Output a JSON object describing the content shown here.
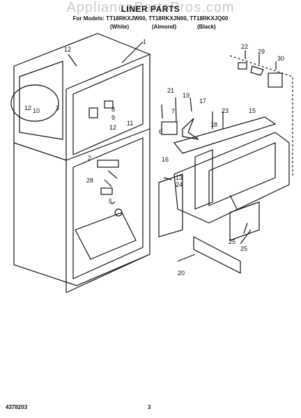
{
  "header": {
    "title": "LINER PARTS",
    "model_line": "For Models: TT18RKXJW00, TT18RKXJN00, TT18RKXJQ00",
    "colors": [
      "(White)",
      "(Almond)",
      "(Black)"
    ],
    "watermark": "AppliancePartsPros.com"
  },
  "callouts": [
    "1",
    "12",
    "3",
    "12",
    "10",
    "9",
    "12",
    "11",
    "8",
    "2",
    "28",
    "5",
    "21",
    "19",
    "17",
    "7",
    "6",
    "18",
    "23",
    "16",
    "15",
    "22",
    "29",
    "30",
    "13",
    "24",
    "25",
    "25",
    "20"
  ],
  "footer": {
    "doc_number": "4378203",
    "page": "3"
  }
}
